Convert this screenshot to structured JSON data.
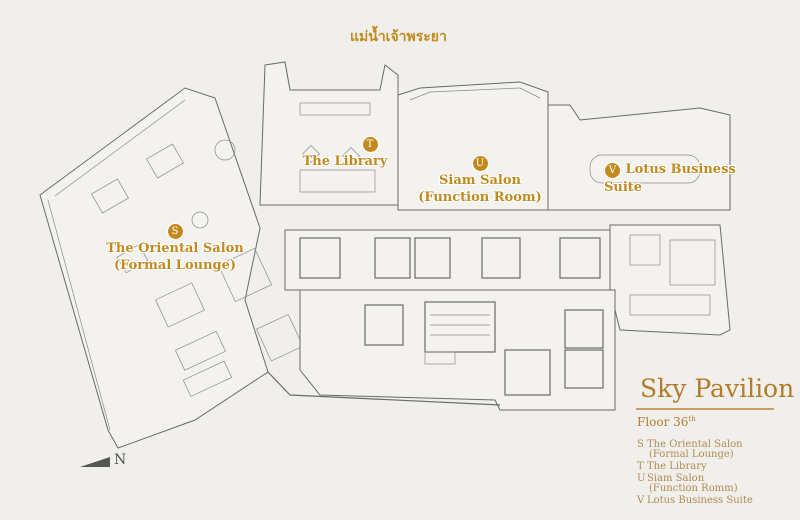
{
  "river_label": "แม่น้ำเจ้าพระยา",
  "title": "Sky Pavilion",
  "floor": {
    "label": "Floor 36",
    "suffix": "th"
  },
  "rooms": [
    {
      "key": "S",
      "name": "The Oriental Salon",
      "sub": "(Formal Lounge)"
    },
    {
      "key": "T",
      "name": "The Library",
      "sub": ""
    },
    {
      "key": "U",
      "name": "Siam Salon",
      "sub": "(Function Room)"
    },
    {
      "key": "V",
      "name": "Lotus Business Suite",
      "sub": ""
    }
  ],
  "legend": [
    {
      "key": "S",
      "name": "The Oriental Salon",
      "sub": "(Formal Lounge)"
    },
    {
      "key": "T",
      "name": "The Library",
      "sub": ""
    },
    {
      "key": "U",
      "name": "Siam Salon",
      "sub": "(Function Romm)"
    },
    {
      "key": "V",
      "name": "Lotus Business Suite",
      "sub": ""
    }
  ],
  "north_label": "N",
  "colors": {
    "accent": "#c28a1e",
    "background": "#f1efec",
    "wall": "#6a6a6a"
  }
}
